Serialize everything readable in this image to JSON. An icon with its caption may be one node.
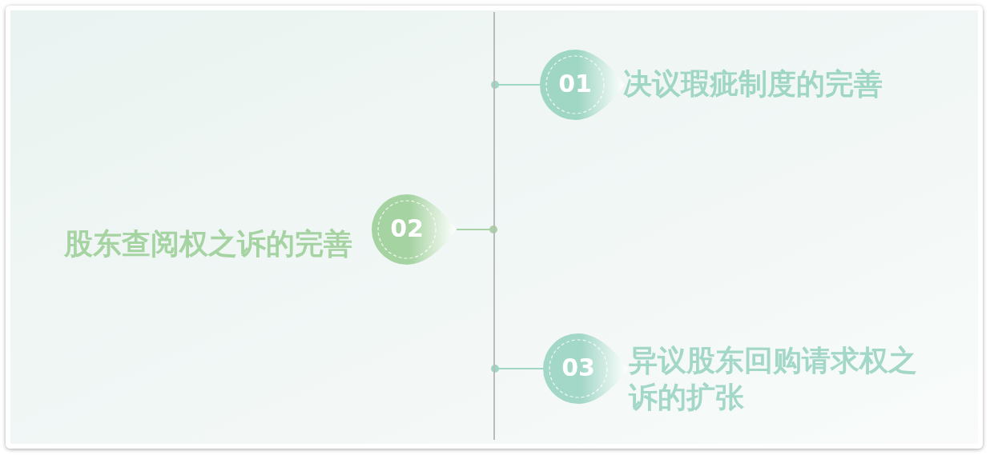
{
  "diagram": {
    "nodes": [
      {
        "text": [],
        "shape": "bar"
      },
      {
        "text": [
          "01"
        ],
        "beside": [
          "决议瑕疵制度的完善"
        ]
      },
      {
        "text": [
          "02"
        ],
        "beside": [
          "股东查阅权之诉的完善"
        ]
      },
      {
        "text": [
          "03"
        ],
        "beside": [
          "异议股东回购请求权之诉的扩张"
        ]
      }
    ],
    "edges": [
      {
        "from": 1,
        "to": 0,
        "arrow": "other"
      },
      {
        "from": 2,
        "to": 0,
        "arrow": "other",
        "color": "#a9d3a6"
      },
      {
        "from": 3,
        "to": 0,
        "arrow": "other"
      }
    ]
  }
}
